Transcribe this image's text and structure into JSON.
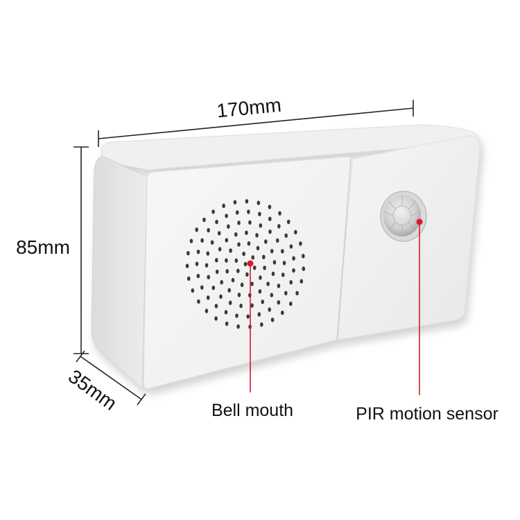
{
  "dimensions": {
    "width": "170mm",
    "height": "85mm",
    "depth": "35mm"
  },
  "callouts": {
    "bell_mouth": "Bell mouth",
    "pir_sensor": "PIR motion sensor"
  },
  "colors": {
    "marker": "#d8192b",
    "device_body": "#f4f4f4",
    "dimension_line": "#222222"
  },
  "icons": {
    "speaker_grille": "speaker-holes",
    "pir_lens": "fresnel-dome-lens"
  }
}
